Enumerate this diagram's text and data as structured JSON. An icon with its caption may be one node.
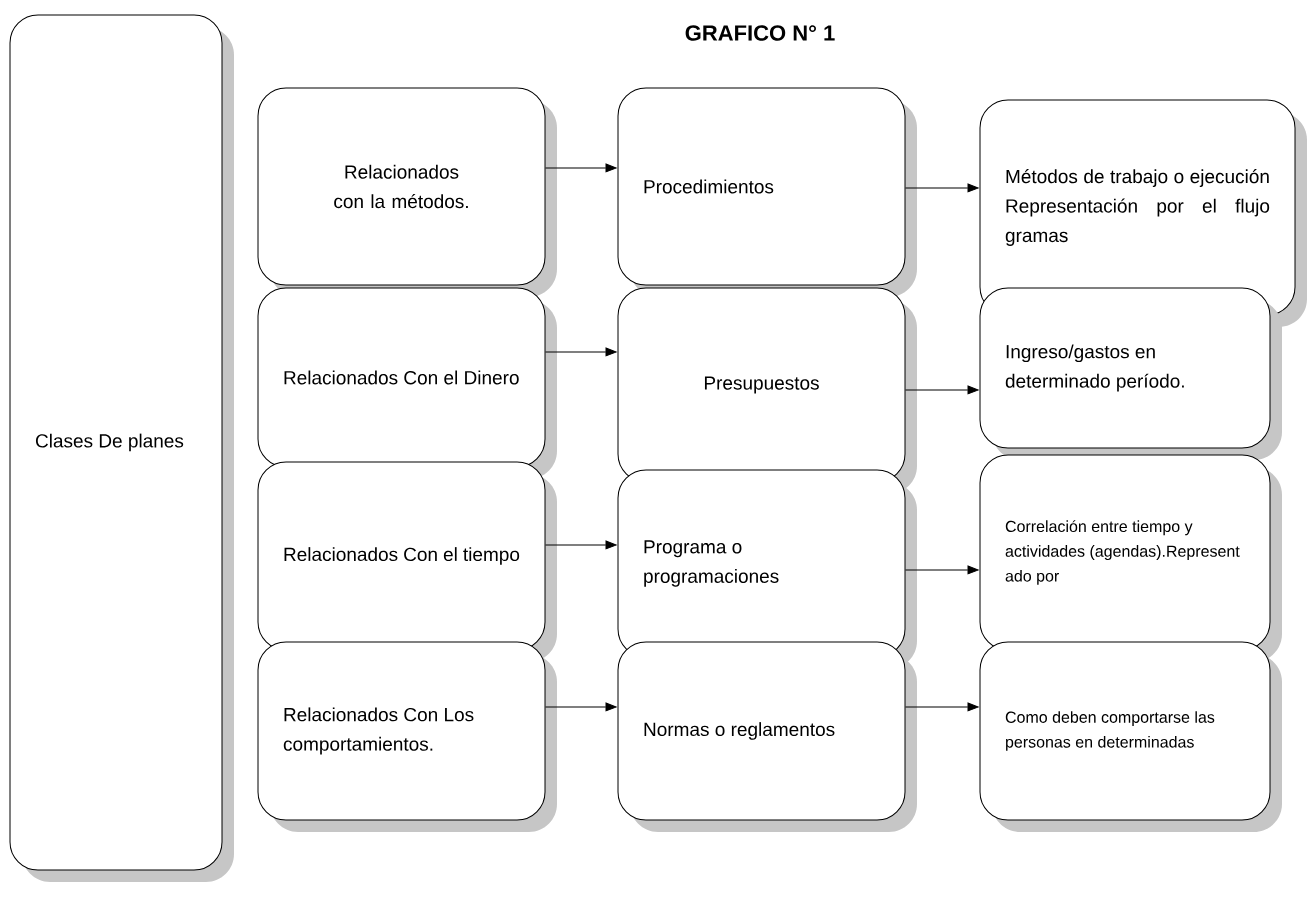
{
  "diagram": {
    "title": "GRAFICO N° 1",
    "nodes": [
      {
        "text": [
          "Clases De planes"
        ]
      },
      {
        "text": [
          "Relacionados con la métodos."
        ]
      },
      {
        "text": [
          "Procedimientos"
        ]
      },
      {
        "text": [
          "Métodos de trabajo o ejecución Representación por el flujo gramas"
        ]
      },
      {
        "text": [
          "Relacionados Con el Dinero"
        ]
      },
      {
        "text": [
          "Presupuestos"
        ]
      },
      {
        "text": [
          "Ingreso/gastos en determinado período."
        ]
      },
      {
        "text": [
          "Relacionados Con el tiempo"
        ]
      },
      {
        "text": [
          "Programa o programaciones"
        ]
      },
      {
        "text": [
          "Correlación entre tiempo y actividades (agendas).Represent ado por"
        ]
      },
      {
        "text": [
          "Relacionados Con Los comportamientos."
        ]
      },
      {
        "text": [
          "Normas o reglamentos"
        ]
      },
      {
        "text": [
          "Como deben comportarse las personas en determinadas"
        ]
      }
    ],
    "edges": [
      {
        "from": 1,
        "to": 2,
        "arrow": "to"
      },
      {
        "from": 2,
        "to": 3,
        "arrow": "to"
      },
      {
        "from": 4,
        "to": 5,
        "arrow": "to"
      },
      {
        "from": 5,
        "to": 6,
        "arrow": "to"
      },
      {
        "from": 7,
        "to": 8,
        "arrow": "to"
      },
      {
        "from": 8,
        "to": 9,
        "arrow": "to"
      },
      {
        "from": 10,
        "to": 11,
        "arrow": "to"
      },
      {
        "from": 11,
        "to": 12,
        "arrow": "to"
      }
    ]
  }
}
